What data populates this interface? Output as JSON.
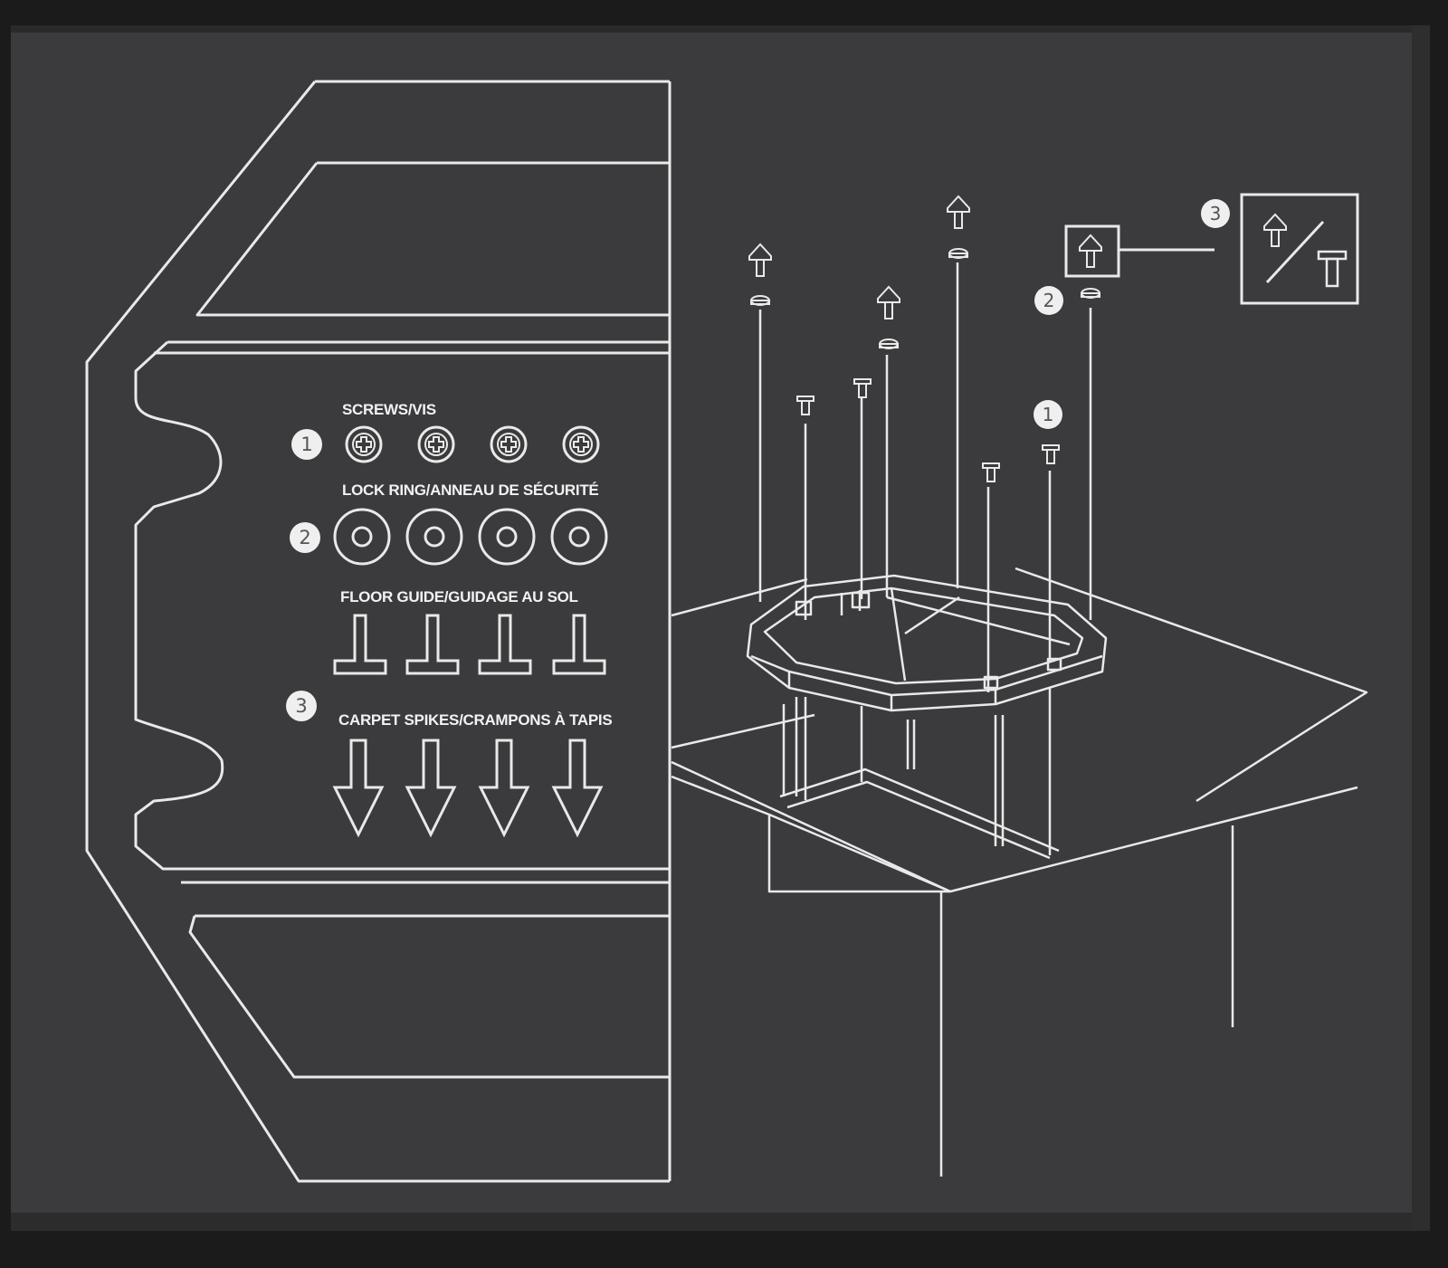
{
  "legend": {
    "screws": {
      "number": "1",
      "label": "SCREWS/VIS",
      "icon": "screw-head-icon",
      "count": 4
    },
    "lock_ring": {
      "number": "2",
      "label": "LOCK RING/ANNEAU DE SÉCURITÉ",
      "icon": "lock-ring-icon",
      "count": 4
    },
    "floor_guide": {
      "label": "FLOOR GUIDE/GUIDAGE AU SOL",
      "icon": "floor-guide-icon",
      "count": 4
    },
    "carpet_spikes": {
      "number": "3",
      "label": "CARPET SPIKES/CRAMPONS À TAPIS",
      "icon": "carpet-spike-arrow-icon",
      "count": 4
    }
  },
  "callouts": {
    "screw": "1",
    "lock_ring": "2",
    "spike_or_guide": "3"
  },
  "colors": {
    "box_surface": "#3b3a3c",
    "line_art": "#e9e9e9",
    "badge_fill": "#efefef",
    "badge_text": "#555555"
  }
}
